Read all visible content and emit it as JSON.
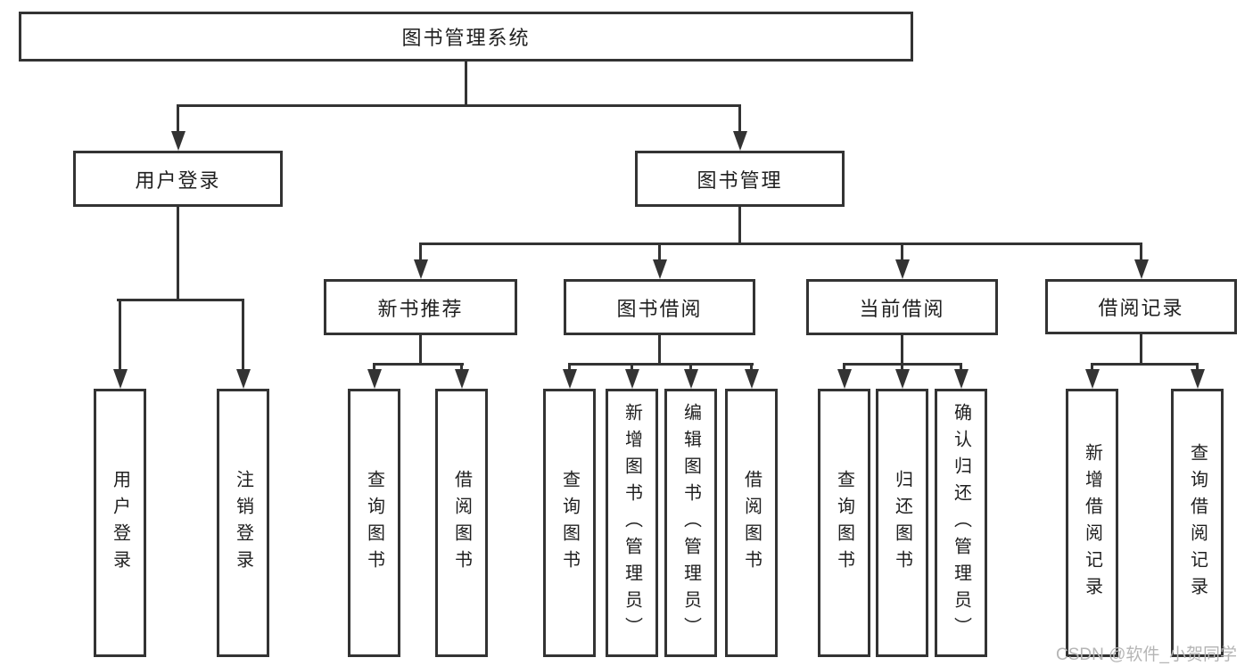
{
  "diagram": {
    "title": "图书管理系统",
    "level2": {
      "user_login": "用户登录",
      "book_management": "图书管理"
    },
    "level3": {
      "new_book_recommend": "新书推荐",
      "book_borrow": "图书借阅",
      "current_borrow": "当前借阅",
      "borrow_records": "借阅记录"
    },
    "leaves": {
      "user_login_children": [
        "用户登录",
        "注销登录"
      ],
      "new_book_children": [
        "查询图书",
        "借阅图书"
      ],
      "book_borrow_children": [
        "查询图书",
        "新增图书（管理员）",
        "编辑图书（管理员）",
        "借阅图书"
      ],
      "current_borrow_children": [
        "查询图书",
        "归还图书",
        "确认归还（管理员）"
      ],
      "borrow_record_children": [
        "新增借阅记录",
        "查询借阅记录"
      ]
    },
    "watermark": "CSDN @软件_小贺同学",
    "colors": {
      "line": "#333333",
      "text": "#1f1f1f",
      "watermark": "#b5b5b5",
      "background": "#ffffff"
    }
  }
}
